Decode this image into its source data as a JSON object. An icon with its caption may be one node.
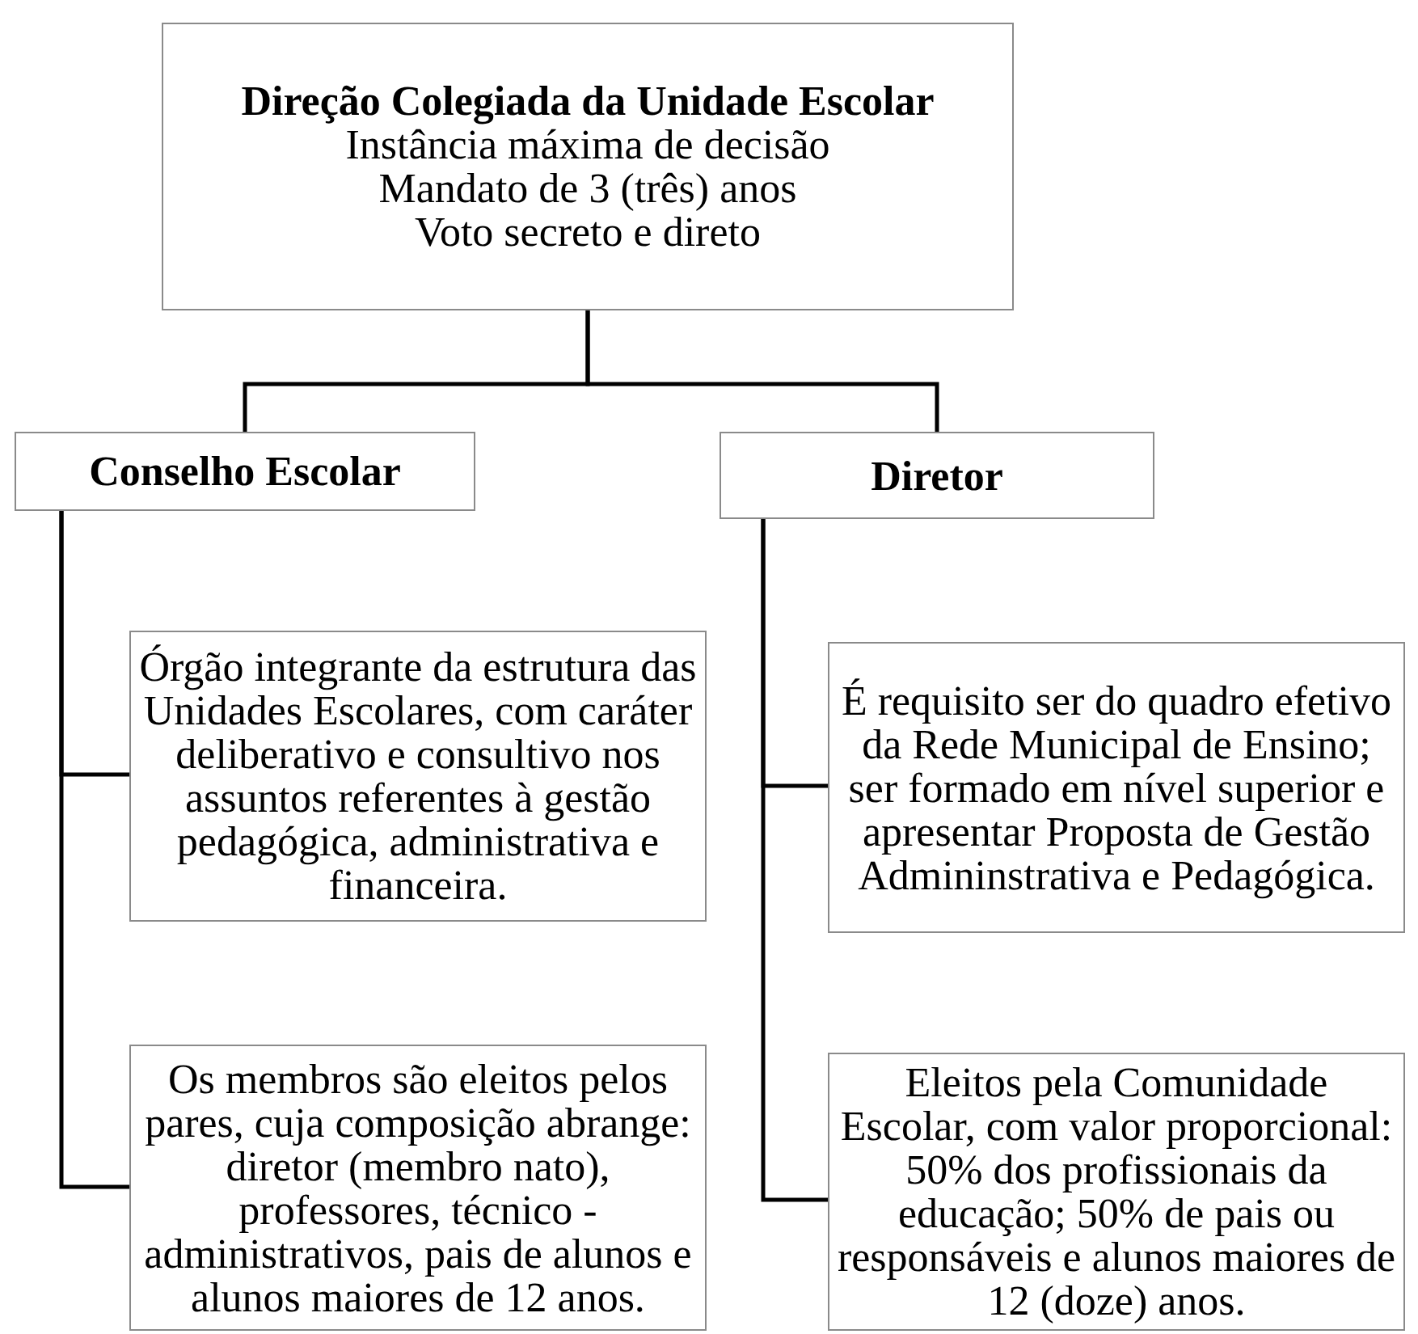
{
  "diagram": {
    "nodes": [
      {
        "text": [
          "Direção Colegiada da Unidade Escolar",
          "Instância máxima de decisão",
          "Mandato de 3 (três) anos",
          "Voto secreto e direto"
        ]
      },
      {
        "text": [
          "Conselho Escolar"
        ]
      },
      {
        "text": [
          "Diretor"
        ]
      },
      {
        "text": [
          "Órgão integrante da estrutura das Unidades Escolares, com caráter deliberativo e consultivo nos assuntos referentes à gestão pedagógica, administrativa e financeira."
        ]
      },
      {
        "text": [
          "Os membros são eleitos pelos pares, cuja composição abrange: diretor (membro nato), professores, técnico - administrativos, pais de alunos e alunos maiores de 12 anos."
        ]
      },
      {
        "text": [
          "É requisito ser do quadro efetivo da Rede Municipal de Ensino; ser formado em nível superior e apresentar Proposta de Gestão Admininstrativa e Pedagógica."
        ]
      },
      {
        "text": [
          "Eleitos pela Comunidade Escolar, com valor proporcional: 50% dos profissionais da educação; 50% de pais ou responsáveis e alunos maiores de 12 (doze) anos."
        ]
      }
    ],
    "edges": [
      {
        "from": 0,
        "to": 1,
        "arrow": "none"
      },
      {
        "from": 0,
        "to": 2,
        "arrow": "none"
      },
      {
        "from": 1,
        "to": 3,
        "arrow": "none"
      },
      {
        "from": 1,
        "to": 4,
        "arrow": "none"
      },
      {
        "from": 2,
        "to": 5,
        "arrow": "none"
      },
      {
        "from": 2,
        "to": 6,
        "arrow": "none"
      }
    ]
  }
}
